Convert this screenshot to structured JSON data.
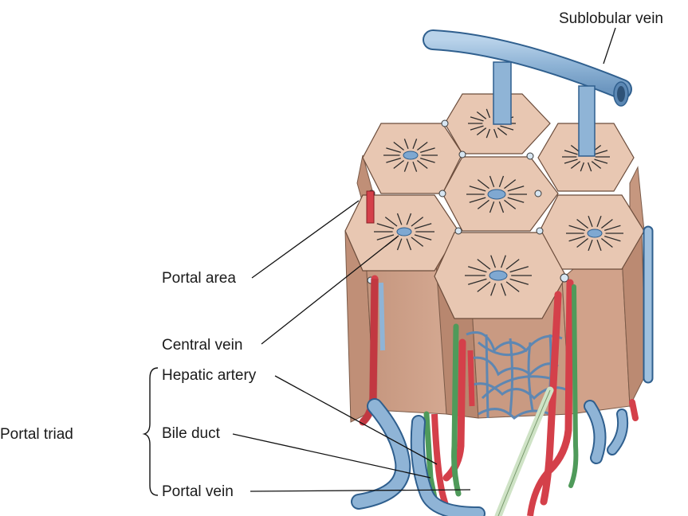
{
  "labels": {
    "sublobular_vein": "Sublobular vein",
    "portal_area": "Portal area",
    "central_vein": "Central vein",
    "hepatic_artery": "Hepatic artery",
    "bile_duct": "Bile duct",
    "portal_vein": "Portal vein",
    "portal_triad": "Portal triad"
  },
  "colors": {
    "lobule_top": "#e8c7b2",
    "lobule_side": "#c99a82",
    "lobule_side_dark": "#b8876f",
    "vein_blue": "#8fb4d6",
    "vein_outline": "#3d6e9a",
    "artery_red": "#d4404a",
    "bile_green": "#4f9a5a",
    "line": "#222222"
  }
}
